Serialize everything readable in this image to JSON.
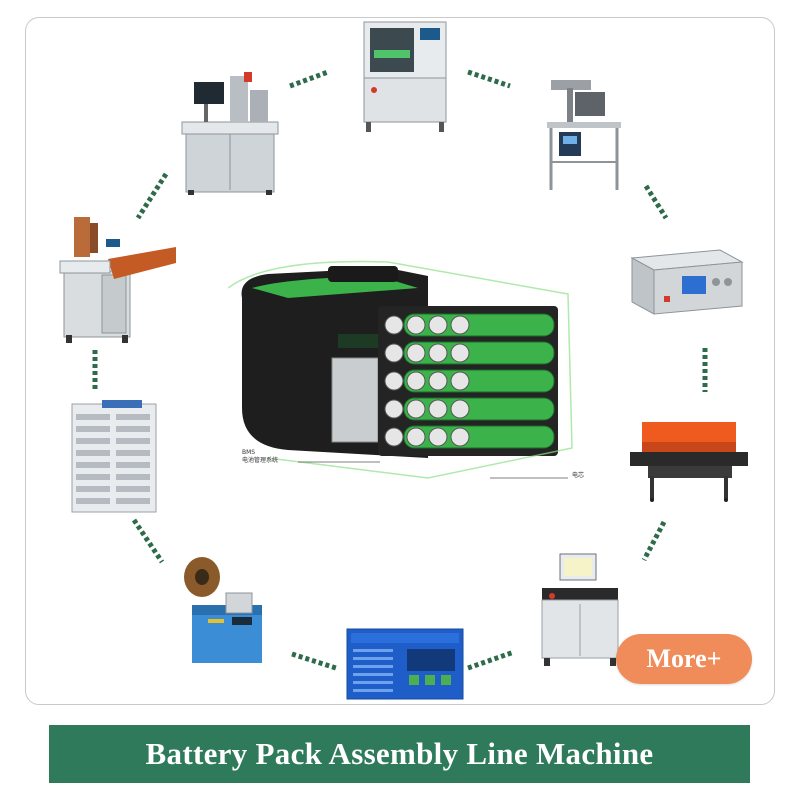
{
  "more_button": {
    "label": "More+"
  },
  "banner": {
    "title": "Battery Pack Assembly Line Machine"
  },
  "center_image": {
    "callouts": [
      {
        "line1": "BMS",
        "line2": "电池管理系统"
      },
      {
        "line1": "电芯"
      }
    ]
  },
  "colors": {
    "banner_bg": "#2e7a5b",
    "more_button_bg": "#ef8c5a",
    "dash_green": "#2e6b4a",
    "battery_green": "#3bb34a",
    "battery_casing": "#1e1e1e"
  },
  "icons": [
    "spot-welding-machine-icon",
    "laser-welding-cabinet-icon",
    "laser-marking-frame-icon",
    "copper-busbar-welder-icon",
    "battery-tester-icon",
    "cell-grading-cabinet-icon",
    "shrink-tunnel-icon",
    "tube-cutting-machine-icon",
    "charge-discharge-tester-icon",
    "pack-test-station-icon"
  ]
}
